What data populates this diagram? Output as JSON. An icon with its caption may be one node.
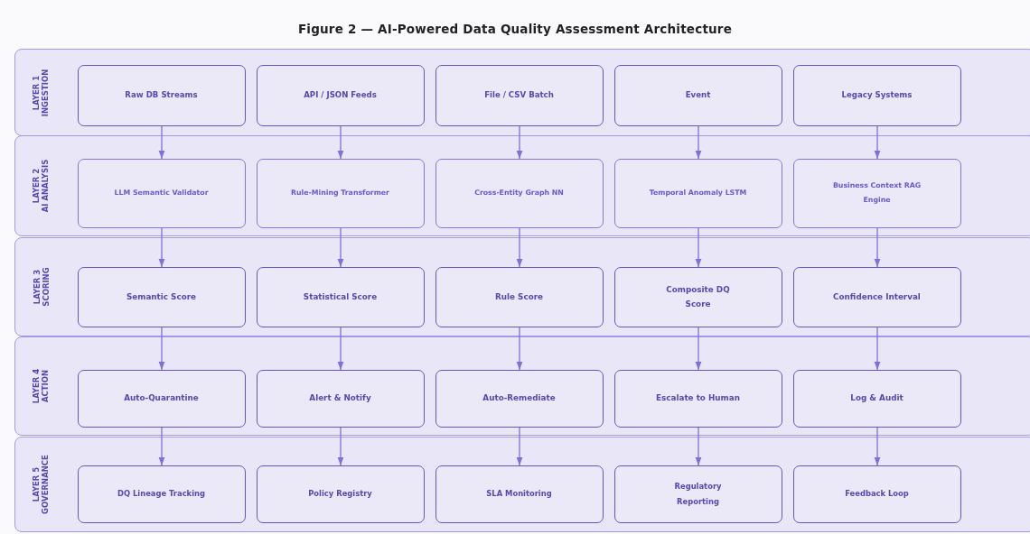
{
  "diagram": {
    "title": "Figure 2 — AI-Powered Data Quality Assessment Architecture",
    "nodes": [
      {
        "text": [
          "LAYER 1 INGESTION"
        ]
      },
      {
        "text": [
          "Raw DB Streams"
        ],
        "in": 0
      },
      {
        "text": [
          "API / JSON Feeds"
        ],
        "in": 0
      },
      {
        "text": [
          "File / CSV Batch"
        ],
        "in": 0
      },
      {
        "text": [
          "Event"
        ],
        "in": 0
      },
      {
        "text": [
          "Legacy Systems"
        ],
        "in": 0
      },
      {
        "text": [
          "LAYER 2 AI ANALYSIS"
        ]
      },
      {
        "text": [
          "LLM Semantic Validator"
        ],
        "in": 6
      },
      {
        "text": [
          "Rule-Mining Transformer"
        ],
        "in": 6
      },
      {
        "text": [
          "Cross-Entity Graph NN"
        ],
        "in": 6
      },
      {
        "text": [
          "Temporal Anomaly LSTM"
        ],
        "in": 6
      },
      {
        "text": [
          "Business Context RAG Engine"
        ],
        "in": 6
      },
      {
        "text": [
          "LAYER 3 SCORING"
        ]
      },
      {
        "text": [
          "Semantic Score"
        ],
        "in": 12
      },
      {
        "text": [
          "Statistical Score"
        ],
        "in": 12
      },
      {
        "text": [
          "Rule Score"
        ],
        "in": 12
      },
      {
        "text": [
          "Composite DQ Score"
        ],
        "in": 12
      },
      {
        "text": [
          "Confidence Interval"
        ],
        "in": 12
      },
      {
        "text": [
          "LAYER 4 ACTION"
        ]
      },
      {
        "text": [
          "Auto-Quarantine"
        ],
        "in": 18
      },
      {
        "text": [
          "Alert & Notify"
        ],
        "in": 18
      },
      {
        "text": [
          "Auto-Remediate"
        ],
        "in": 18
      },
      {
        "text": [
          "Escalate to Human"
        ],
        "in": 18
      },
      {
        "text": [
          "Log & Audit"
        ],
        "in": 18
      },
      {
        "text": [
          "LAYER 5 GOVERNANCE"
        ]
      },
      {
        "text": [
          "DQ Lineage Tracking"
        ],
        "in": 24
      },
      {
        "text": [
          "Policy Registry"
        ],
        "in": 24
      },
      {
        "text": [
          "SLA Monitoring"
        ],
        "in": 24
      },
      {
        "text": [
          "Regulatory Reporting"
        ],
        "in": 24
      },
      {
        "text": [
          "Feedback Loop"
        ],
        "in": 24
      }
    ],
    "edges": [
      {
        "from": 1,
        "to": 7,
        "arrow": "to"
      },
      {
        "from": 2,
        "to": 8,
        "arrow": "to"
      },
      {
        "from": 3,
        "to": 9,
        "arrow": "to"
      },
      {
        "from": 4,
        "to": 10,
        "arrow": "to"
      },
      {
        "from": 5,
        "to": 11,
        "arrow": "to"
      },
      {
        "from": 7,
        "to": 13,
        "arrow": "to"
      },
      {
        "from": 8,
        "to": 14,
        "arrow": "to"
      },
      {
        "from": 9,
        "to": 15,
        "arrow": "to"
      },
      {
        "from": 10,
        "to": 16,
        "arrow": "to"
      },
      {
        "from": 11,
        "to": 17,
        "arrow": "to"
      },
      {
        "from": 13,
        "to": 19,
        "arrow": "to"
      },
      {
        "from": 14,
        "to": 20,
        "arrow": "to"
      },
      {
        "from": 15,
        "to": 21,
        "arrow": "to"
      },
      {
        "from": 16,
        "to": 22,
        "arrow": "to"
      },
      {
        "from": 17,
        "to": 23,
        "arrow": "to"
      },
      {
        "from": 19,
        "to": 25,
        "arrow": "to"
      },
      {
        "from": 20,
        "to": 26,
        "arrow": "to"
      },
      {
        "from": 21,
        "to": 27,
        "arrow": "to"
      },
      {
        "from": 22,
        "to": 28,
        "arrow": "to"
      },
      {
        "from": 23,
        "to": 29,
        "arrow": "to"
      }
    ]
  }
}
